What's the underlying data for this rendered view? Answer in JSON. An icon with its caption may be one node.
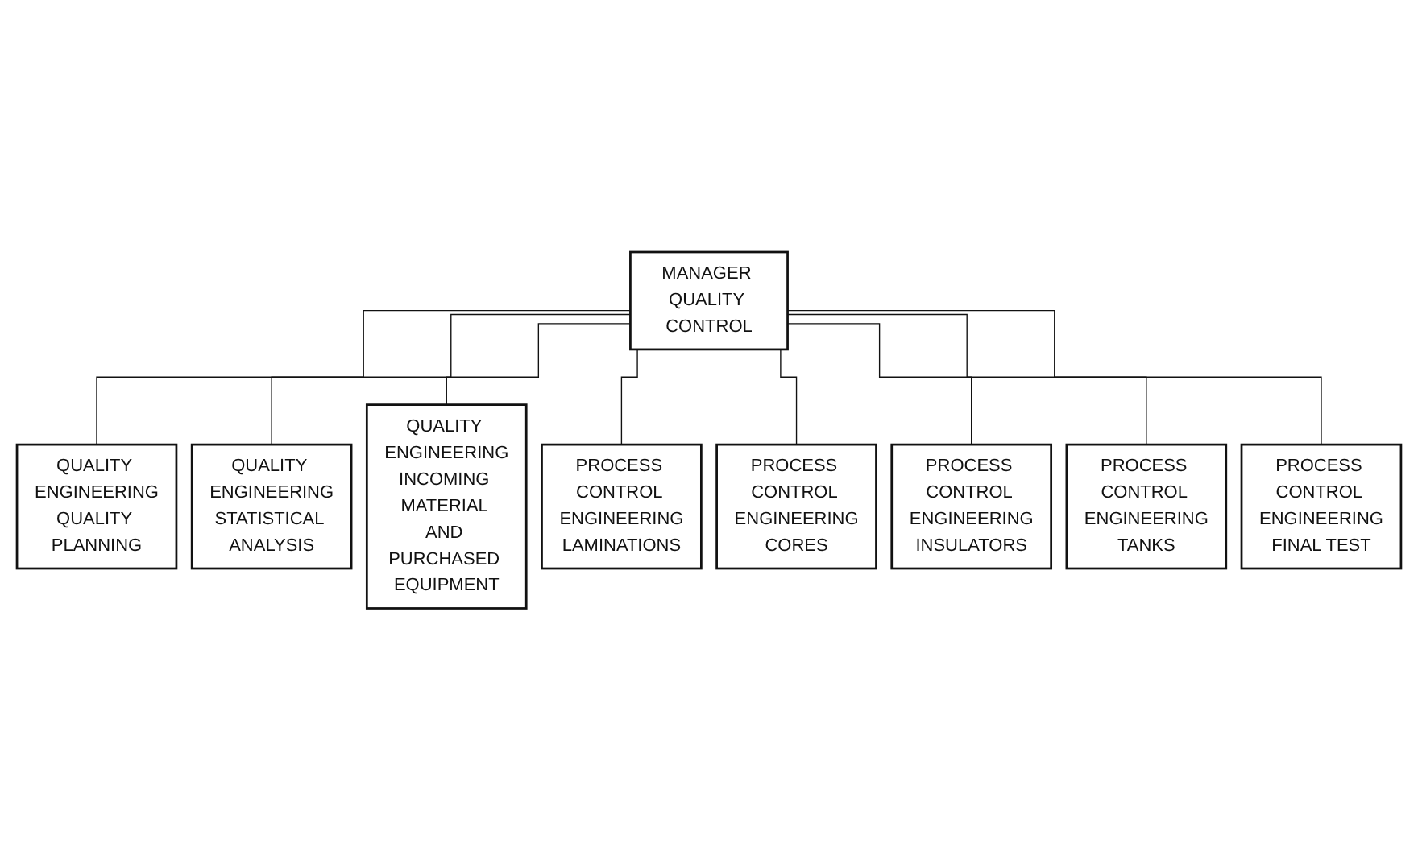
{
  "diagram": {
    "nodes": [
      {
        "text": [
          "MANAGER QUALITY CONTROL"
        ]
      },
      {
        "text": [
          "QUALITY ENGINEERING",
          "STATISTICAL ANALYSIS"
        ]
      },
      {
        "text": [
          "PROCESS CONTROL ENGINEERING",
          "LAMINATIONS"
        ]
      },
      {
        "text": [
          "PROCESS CONTROL ENGINEERING",
          "CORES"
        ]
      },
      {
        "text": [
          "PROCESS CONTROL ENGINEERING",
          "TANKS"
        ]
      },
      {
        "text": [
          "QUALITY ENGINEERING",
          "QUALITY PLANNING"
        ]
      },
      {
        "text": [
          "QUALITY ENGINEERING",
          "INCOMING MATERIAL AND PURCHASED EQUIPMENT"
        ]
      },
      {
        "text": [
          "PROCESS CONTROL ENGINEERING",
          "INSULATORS"
        ]
      },
      {
        "text": [
          "PROCESS CONTROL ENGINEERING",
          "FINAL TEST"
        ]
      }
    ],
    "edges": [
      {
        "from": 0,
        "to": 5,
        "arrow": "none"
      },
      {
        "from": 0,
        "to": 1,
        "arrow": "none"
      },
      {
        "from": 0,
        "to": 6,
        "arrow": "none"
      },
      {
        "from": 0,
        "to": 2,
        "arrow": "none"
      },
      {
        "from": 0,
        "to": 3,
        "arrow": "none"
      },
      {
        "from": 0,
        "to": 7,
        "arrow": "none"
      },
      {
        "from": 0,
        "to": 4,
        "arrow": "none"
      },
      {
        "from": 0,
        "to": 8,
        "arrow": "none"
      }
    ]
  }
}
